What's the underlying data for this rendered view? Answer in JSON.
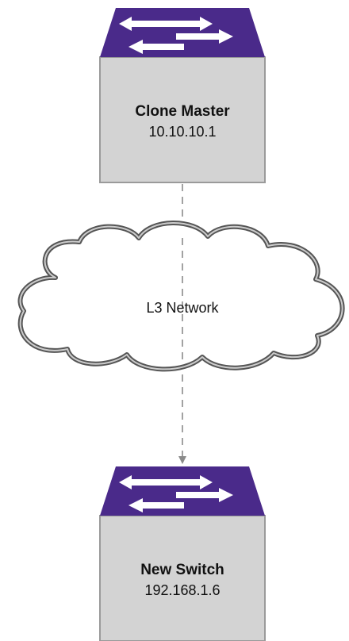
{
  "nodes": {
    "master": {
      "name": "Clone Master",
      "ip": "10.10.10.1",
      "icon": "network-switch-icon"
    },
    "new_switch": {
      "name": "New Switch",
      "ip": "192.168.1.6",
      "icon": "network-switch-icon"
    }
  },
  "network": {
    "label": "L3 Network",
    "icon": "cloud-icon"
  },
  "colors": {
    "switch_top": "#4a2a8a",
    "switch_arrows": "#ffffff",
    "switch_body": "#d3d3d3",
    "switch_outline": "#9a9a9a",
    "cloud_outline": "#555555",
    "link_line": "#8a8a8a"
  }
}
